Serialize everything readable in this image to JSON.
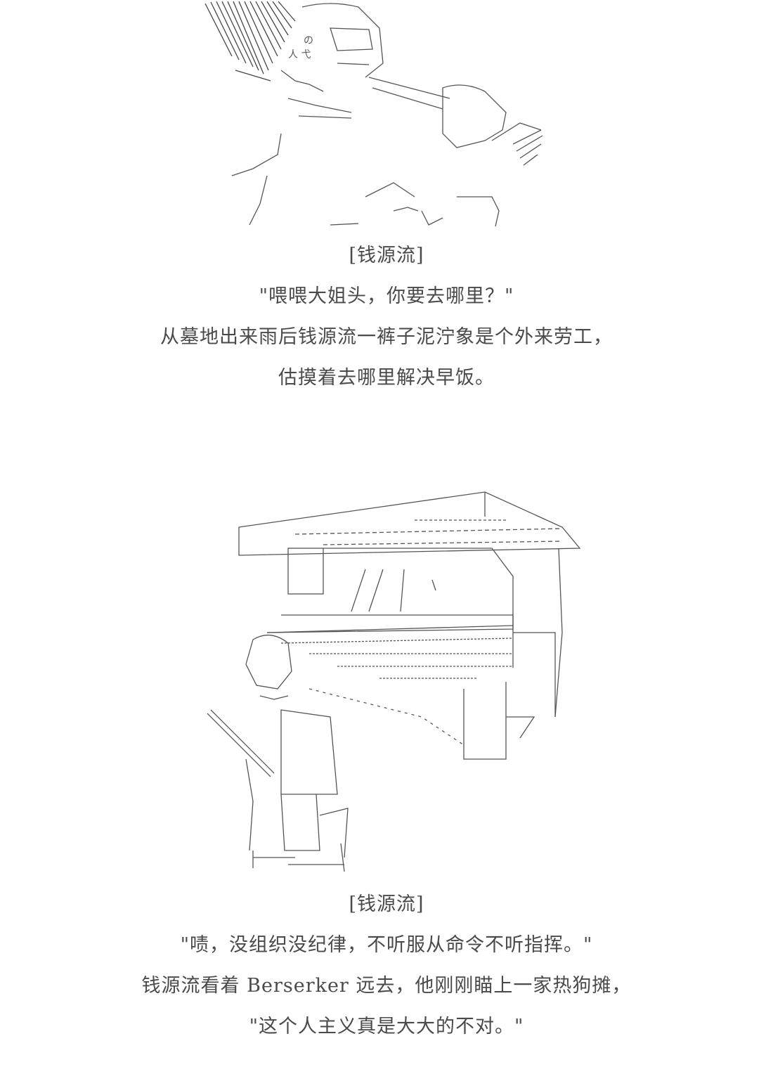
{
  "scene1": {
    "speaker": "[钱源流]",
    "lines": [
      "\"喂喂大姐头，你要去哪里？\"",
      "从墓地出来雨后钱源流一裤子泥泞象是个外来劳工，",
      "估摸着去哪里解决早饭。"
    ]
  },
  "scene2": {
    "speaker": "[钱源流]",
    "lines": [
      "\"啧，没组织没纪律，不听服从命令不听指挥。\"",
      "钱源流看着 Berserker 远去，他刚刚瞄上一家热狗摊，",
      "\"这个人主义真是大大的不对。\""
    ]
  }
}
